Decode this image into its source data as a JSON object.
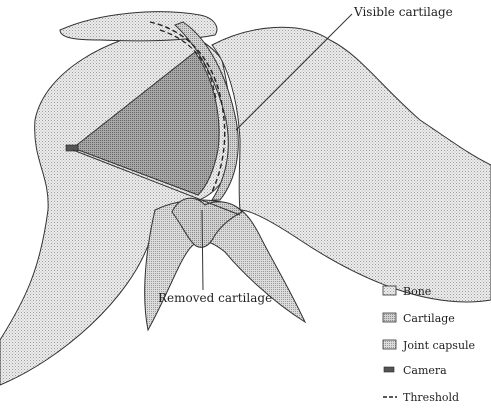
{
  "labels": {
    "visible_cartilage": "Visible cartilage",
    "removed_cartilage": "Removed cartilage"
  },
  "legend": {
    "items": [
      {
        "key": "bone",
        "label": "Bone",
        "symbol": "box"
      },
      {
        "key": "cartilage",
        "label": "Cartilage",
        "symbol": "box"
      },
      {
        "key": "joint_capsule",
        "label": "Joint capsule",
        "symbol": "box"
      },
      {
        "key": "camera",
        "label": "Camera",
        "symbol": "camera"
      },
      {
        "key": "threshold",
        "label": "Threshold",
        "symbol": "dash"
      }
    ]
  },
  "colors": {
    "bone_fill": "#e2e2e2",
    "cartilage_fill": "#bdbdbd",
    "capsule_fill": "#d0d0d0",
    "cone_fill": "#9a9a9a",
    "camera_fill": "#555555",
    "line": "#333333"
  }
}
